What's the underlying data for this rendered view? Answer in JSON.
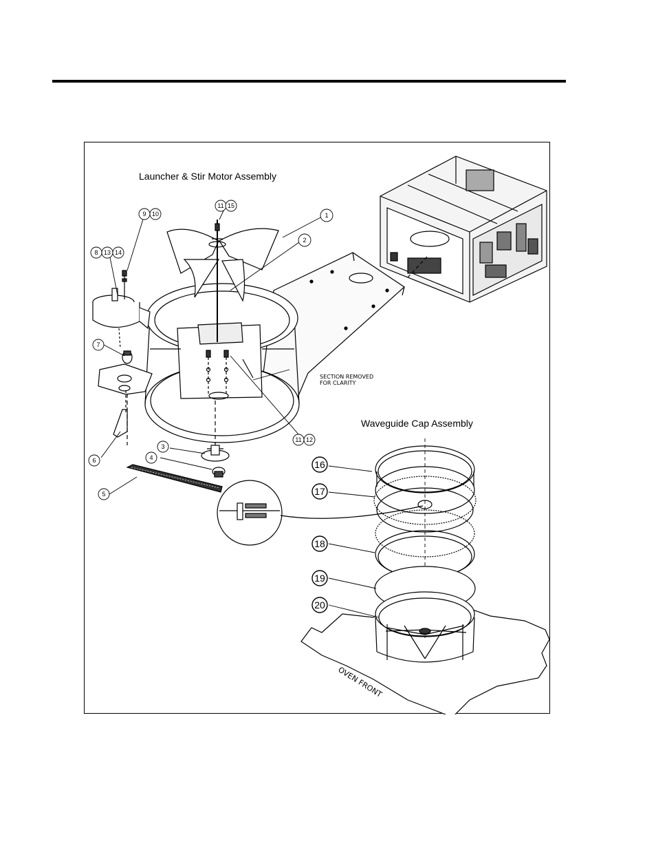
{
  "assembly_titles": {
    "launcher": "Launcher & Stir  Motor Assembly",
    "waveguide": "Waveguide Cap Assembly"
  },
  "callouts_small": [
    "1",
    "2",
    "3",
    "4",
    "5",
    "6",
    "7",
    "8",
    "13",
    "14",
    "9",
    "10",
    "11",
    "15",
    "11",
    "12"
  ],
  "callouts_large": [
    "16",
    "17",
    "18",
    "19",
    "20"
  ],
  "notes": {
    "section_removed_1": "SECTION REMOVED",
    "section_removed_2": "FOR CLARITY",
    "oven_front": "OVEN FRONT"
  }
}
